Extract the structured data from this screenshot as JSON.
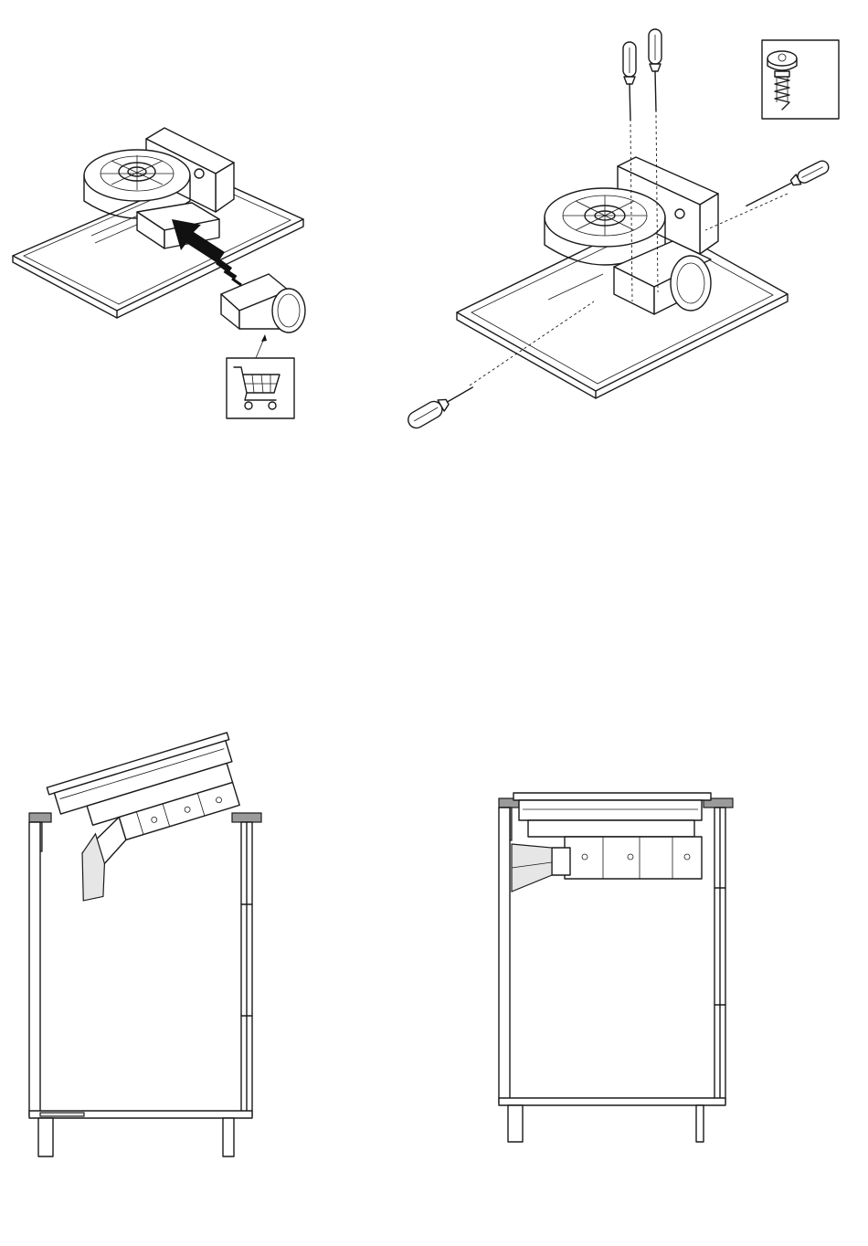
{
  "figures": [
    {
      "name": "adapter-attach-step",
      "icons": [
        "shopping-cart-icon",
        "push-arrow-icon"
      ]
    },
    {
      "name": "screw-fixing-step",
      "icons": [
        "screwdriver-icon",
        "screw-icon"
      ]
    },
    {
      "name": "cabinet-tilt-insertion"
    },
    {
      "name": "cabinet-installed"
    }
  ]
}
